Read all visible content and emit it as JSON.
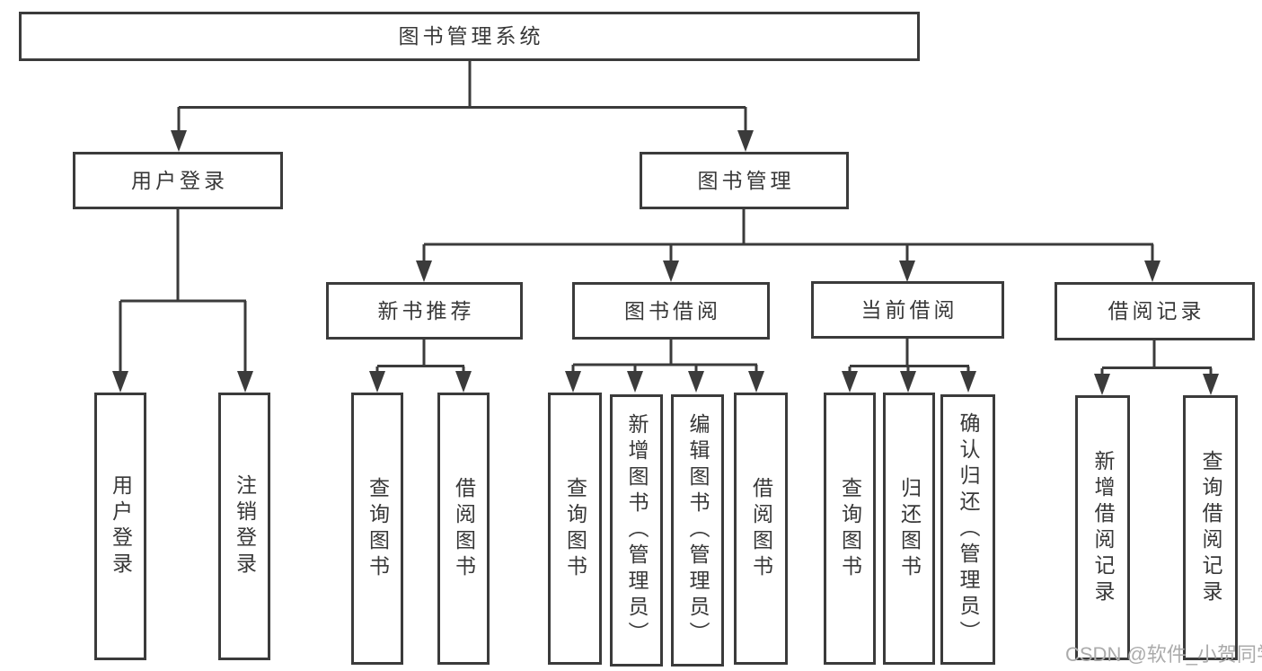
{
  "diagram": {
    "root": {
      "label": "图书管理系统"
    },
    "user_login": {
      "label": "用户登录",
      "children": [
        {
          "label": "用户登录"
        },
        {
          "label": "注销登录"
        }
      ]
    },
    "book_mgmt": {
      "label": "图书管理",
      "groups": [
        {
          "label": "新书推荐",
          "children": [
            {
              "label": "查询图书"
            },
            {
              "label": "借阅图书"
            }
          ]
        },
        {
          "label": "图书借阅",
          "children": [
            {
              "label": "查询图书"
            },
            {
              "label": "新增图书（管理员）"
            },
            {
              "label": "编辑图书（管理员）"
            },
            {
              "label": "借阅图书"
            }
          ]
        },
        {
          "label": "当前借阅",
          "children": [
            {
              "label": "查询图书"
            },
            {
              "label": "归还图书"
            },
            {
              "label": "确认归还（管理员）"
            }
          ]
        },
        {
          "label": "借阅记录",
          "children": [
            {
              "label": "新增借阅记录"
            },
            {
              "label": "查询借阅记录"
            }
          ]
        }
      ]
    }
  },
  "watermark": {
    "text": "CSDN @软件_小贺同学"
  },
  "colors": {
    "line": "#3b3b3b",
    "text": "#383838",
    "watermark": "#ababab",
    "background": "#ffffff"
  }
}
